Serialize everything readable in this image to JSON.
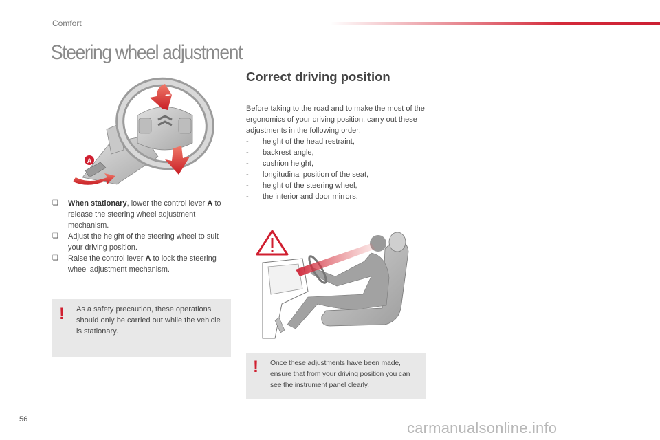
{
  "header": {
    "section_label": "Comfort",
    "page_title": "Steering wheel adjustment",
    "rule_color": "#cc1f33"
  },
  "left": {
    "steps": [
      {
        "bold": "When stationary",
        "text": ", lower the control lever ",
        "bold2": "A",
        "text2": " to release the steering wheel adjustment mechanism."
      },
      {
        "text": "Adjust the height of the steering wheel to suit your driving position."
      },
      {
        "text": "Raise the control lever ",
        "bold2": "A",
        "text2": " to lock the steering wheel adjustment mechanism."
      }
    ],
    "figure_label": "A",
    "note": "As a safety precaution, these operations should only be carried out while the vehicle is stationary."
  },
  "right": {
    "heading": "Correct driving position",
    "intro": "Before taking to the road and to make the most of the ergonomics of your driving position, carry out these adjustments in the following order:",
    "order": [
      "height of the head restraint,",
      "backrest angle,",
      "cushion height,",
      "longitudinal position of the seat,",
      "height of the steering wheel,",
      "the interior and door mirrors."
    ],
    "note": "Once these adjustments have been made, ensure that from your driving position you can see the instrument panel clearly."
  },
  "footer": {
    "page_number": "56",
    "watermark": "carmanualsonline.info"
  },
  "colors": {
    "accent_red": "#d01f30",
    "note_bg": "#e8e8e8"
  },
  "icons": {
    "bullet": "checkbox-bullet-icon",
    "warning": "exclamation-icon",
    "warning_triangle": "warning-triangle-icon"
  }
}
